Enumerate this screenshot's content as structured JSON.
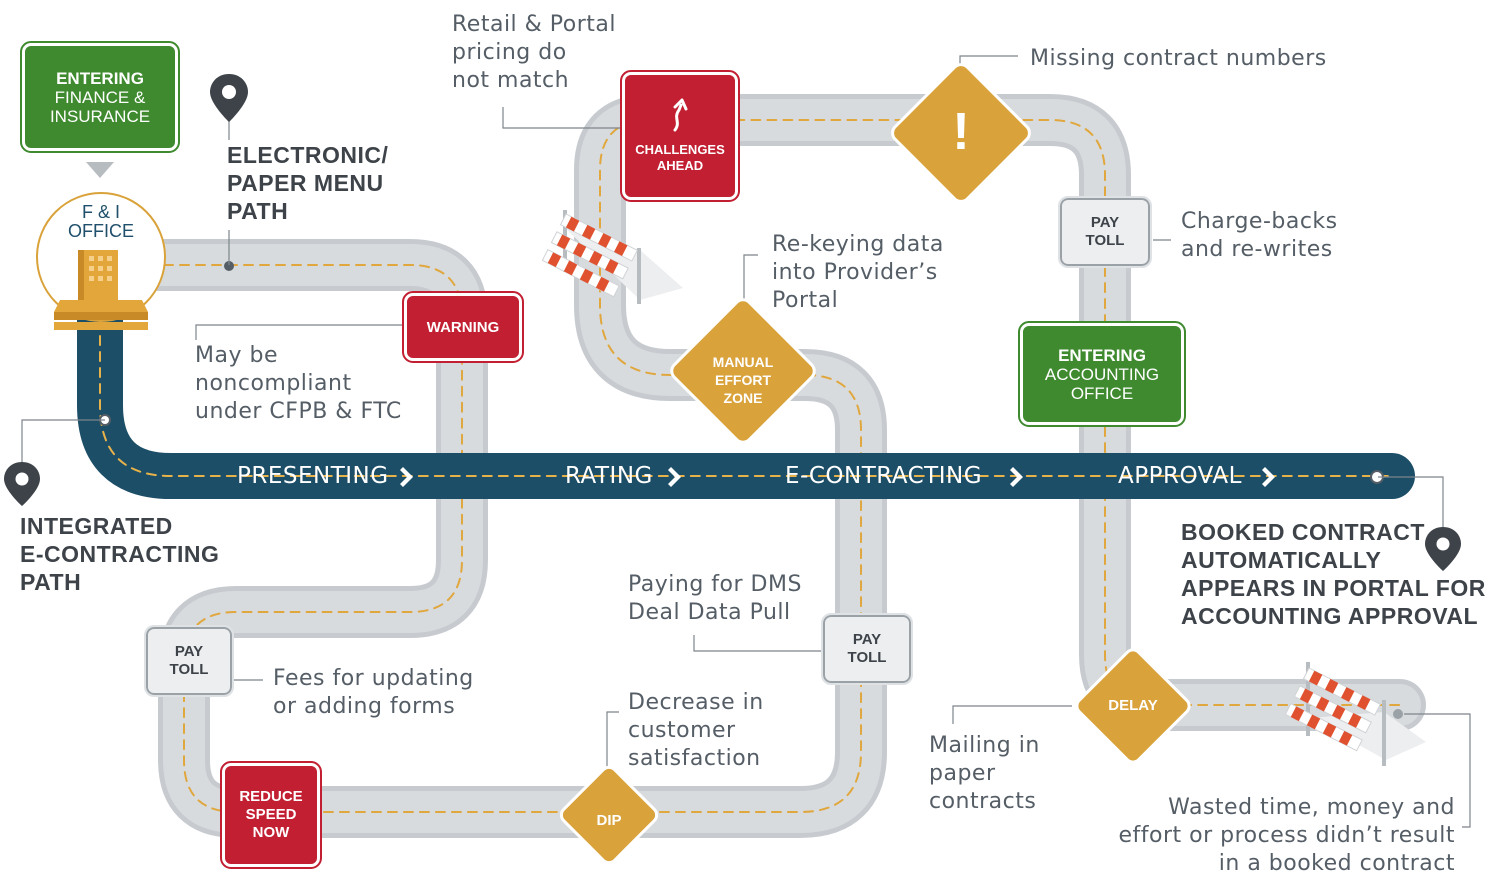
{
  "start_sign": {
    "line1": "ENTERING",
    "line2": "FINANCE &",
    "line3": "INSURANCE"
  },
  "office": {
    "line1": "F & I",
    "line2": "OFFICE"
  },
  "paper_path": {
    "line1": "ELECTRONIC/",
    "line2": "PAPER MENU",
    "line3": "PATH"
  },
  "integrated_path": {
    "line1": "INTEGRATED",
    "line2": "E-CONTRACTING",
    "line3": "PATH"
  },
  "stages": [
    "PRESENTING",
    "RATING",
    "E-CONTRACTING",
    "APPROVAL"
  ],
  "end_title": {
    "line1": "BOOKED CONTRACT",
    "line2": "AUTOMATICALLY",
    "line3": "APPEARS IN PORTAL FOR",
    "line4": "ACCOUNTING APPROVAL"
  },
  "signs": {
    "warning": "WARNING",
    "challenges": {
      "line1": "CHALLENGES",
      "line2": "AHEAD"
    },
    "manual": {
      "line1": "MANUAL",
      "line2": "EFFORT",
      "line3": "ZONE"
    },
    "exclaim": "!",
    "accounting": {
      "line1": "ENTERING",
      "line2": "ACCOUNTING",
      "line3": "OFFICE"
    },
    "toll_top": {
      "line1": "PAY",
      "line2": "TOLL"
    },
    "toll_left": {
      "line1": "PAY",
      "line2": "TOLL"
    },
    "toll_mid": {
      "line1": "PAY",
      "line2": "TOLL"
    },
    "reduce": {
      "line1": "REDUCE",
      "line2": "SPEED",
      "line3": "NOW"
    },
    "dip": "DIP",
    "delay": "DELAY"
  },
  "notes": {
    "retail": {
      "line1": "Retail & Portal",
      "line2": "pricing do",
      "line3": "not match"
    },
    "missing": "Missing contract numbers",
    "chargebacks": {
      "line1": "Charge-backs",
      "line2": "and re-writes"
    },
    "rekeying": {
      "line1": "Re-keying data",
      "line2": "into Provider’s",
      "line3": "Portal"
    },
    "noncompliant": {
      "line1": "May be",
      "line2": "noncompliant",
      "line3": "under CFPB & FTC"
    },
    "dms": {
      "line1": "Paying for DMS",
      "line2": "Deal Data Pull"
    },
    "fees": {
      "line1": "Fees for updating",
      "line2": "or adding forms"
    },
    "satisfaction": {
      "line1": "Decrease in",
      "line2": "customer",
      "line3": "satisfaction"
    },
    "mailing": {
      "line1": "Mailing in",
      "line2": "paper",
      "line3": "contracts"
    },
    "wasted": {
      "line1": "Wasted time, money and",
      "line2": "effort or process didn’t result",
      "line3": "in a booked contract"
    }
  },
  "colors": {
    "red": "#c21f32",
    "green": "#3f8a2f",
    "gold": "#d9a23a",
    "navy": "#1c4e68",
    "road": "#d4d7da"
  }
}
